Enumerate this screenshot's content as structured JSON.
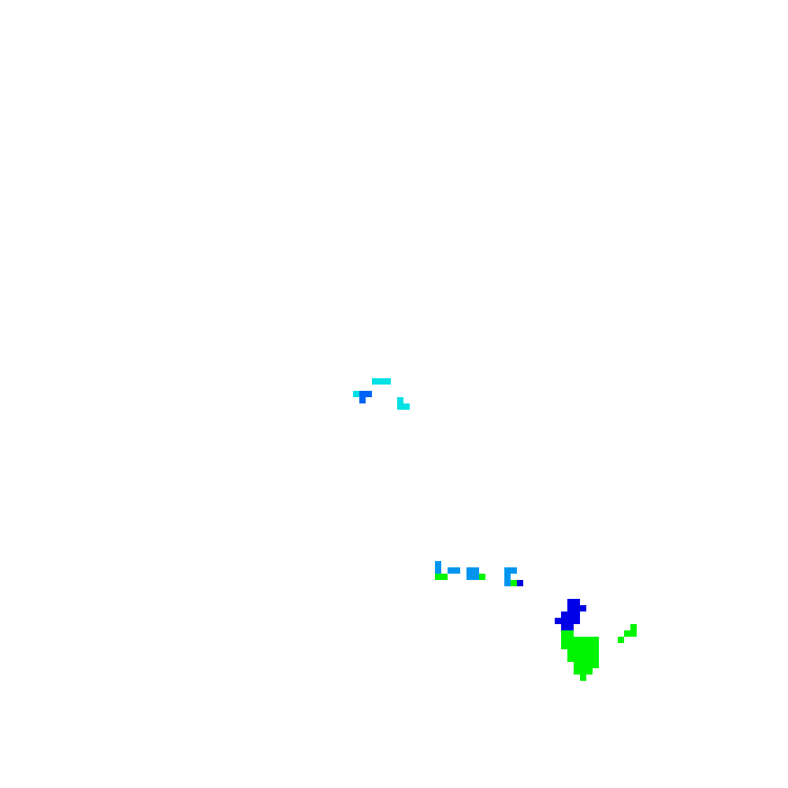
{
  "colors": {
    "background": "#ffffff",
    "cyan": "#00e1e6",
    "sky_blue": "#0096f0",
    "mid_blue": "#0064f5",
    "blue": "#0000e6",
    "green": "#00f500"
  },
  "chart_data": {
    "type": "heatmap",
    "title": "",
    "xlabel": "",
    "ylabel": "",
    "grid": false,
    "legend": "none",
    "grid_size": [
      125,
      125
    ],
    "cells": [
      {
        "color": "cyan",
        "runs": [
          [
            59,
            60,
            61
          ],
          [
            56,
            62,
            56
          ],
          [
            57,
            62,
            57
          ],
          [
            63,
            63,
            63
          ],
          [
            63,
            64,
            64
          ]
        ]
      },
      {
        "color": "mid_blue",
        "runs": [
          [
            57,
            62,
            58
          ],
          [
            57,
            63,
            57
          ]
        ]
      },
      {
        "color": "sky_blue",
        "runs": [
          [
            69,
            89,
            69
          ],
          [
            69,
            90,
            69
          ],
          [
            71,
            90,
            72
          ],
          [
            74,
            90,
            75
          ],
          [
            75,
            91,
            75
          ],
          [
            80,
            90,
            81
          ],
          [
            80,
            91,
            80
          ],
          [
            80,
            92,
            80
          ],
          [
            74,
            91,
            74
          ]
        ]
      },
      {
        "color": "green",
        "runs": [
          [
            69,
            91,
            70
          ],
          [
            76,
            91,
            76
          ],
          [
            81,
            92,
            81
          ],
          [
            100,
            99,
            100
          ],
          [
            99,
            100,
            100
          ],
          [
            98,
            101,
            98
          ]
        ]
      },
      {
        "color": "blue",
        "runs": [
          [
            82,
            92,
            82
          ],
          [
            90,
            95,
            91
          ],
          [
            90,
            96,
            92
          ],
          [
            89,
            97,
            91
          ],
          [
            88,
            98,
            91
          ],
          [
            89,
            99,
            90
          ]
        ]
      },
      {
        "color": "green",
        "runs": [
          [
            89,
            100,
            90
          ],
          [
            89,
            101,
            94
          ],
          [
            89,
            102,
            94
          ],
          [
            90,
            103,
            94
          ],
          [
            90,
            104,
            94
          ],
          [
            91,
            105,
            94
          ],
          [
            91,
            106,
            93
          ],
          [
            92,
            107,
            92
          ]
        ]
      }
    ]
  }
}
